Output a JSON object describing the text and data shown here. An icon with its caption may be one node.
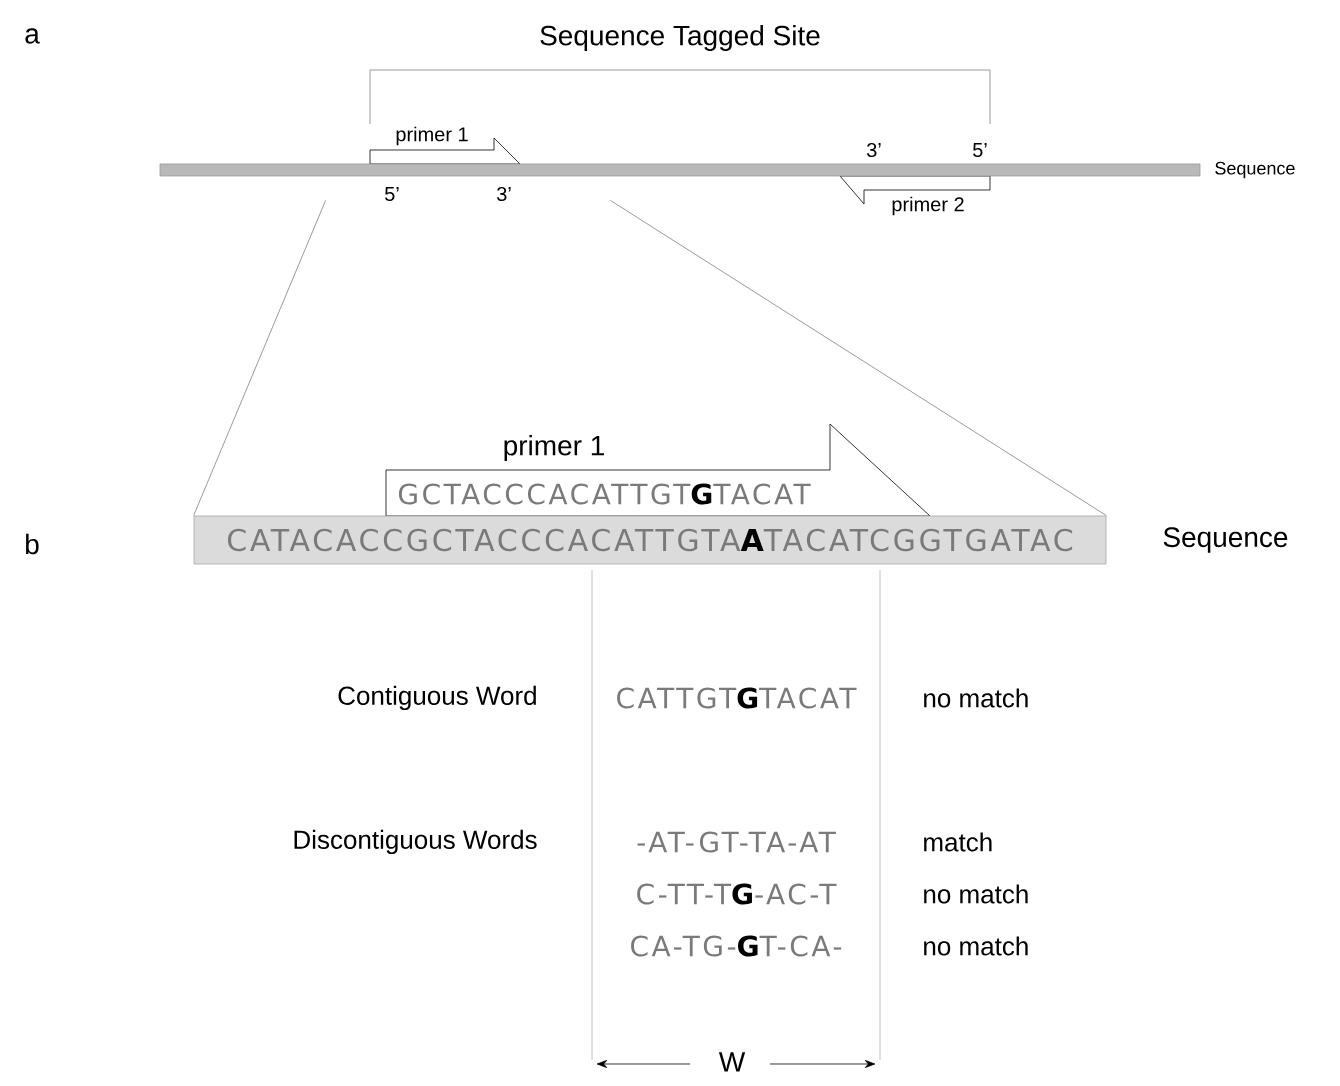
{
  "diagram": {
    "title": "Sequence Tagged Site",
    "nodes": [
      {
        "text": [
          "primer 1"
        ]
      },
      {
        "text": [
          "primer 2"
        ]
      },
      {
        "text": [],
        "shape": "bar",
        "beside": [
          "Sequence"
        ]
      },
      {
        "text": [
          "primer 1",
          "GCTACCCACATTGT**G**TACAT"
        ]
      },
      {
        "text": [
          "CATACACCGCTACCCACATTGTA**A**TACATCGGTGATAC"
        ],
        "beside": [
          "Sequence"
        ]
      }
    ],
    "edges": [
      {
        "from": 2,
        "to": 4,
        "arrow": "none"
      },
      {
        "from": 2,
        "to": 4,
        "arrow": "none"
      }
    ],
    "labels": [
      "a",
      "3’",
      "5’",
      "5’",
      "3’",
      "b",
      "Contiguous Word",
      "CATTGT**G**TACAT",
      "no match",
      "Discontiguous Words",
      "-AT-GT-TA-AT",
      "match",
      "C-TT-T**G**-AC-T",
      "no match",
      "CA-TG-**G**T-CA-",
      "no match",
      "W"
    ]
  }
}
